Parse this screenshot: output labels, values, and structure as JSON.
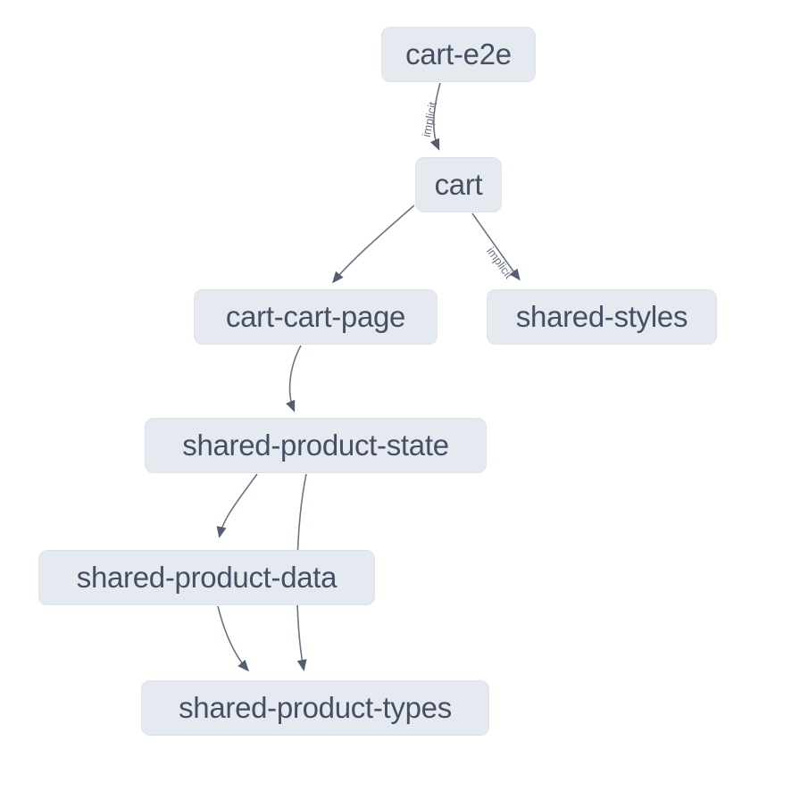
{
  "graph": {
    "nodes": [
      {
        "id": "cart-e2e",
        "label": "cart-e2e"
      },
      {
        "id": "cart",
        "label": "cart"
      },
      {
        "id": "cart-cart-page",
        "label": "cart-cart-page"
      },
      {
        "id": "shared-styles",
        "label": "shared-styles"
      },
      {
        "id": "shared-product-state",
        "label": "shared-product-state"
      },
      {
        "id": "shared-product-data",
        "label": "shared-product-data"
      },
      {
        "id": "shared-product-types",
        "label": "shared-product-types"
      }
    ],
    "edges": [
      {
        "from": "cart-e2e",
        "to": "cart",
        "label": "implicit"
      },
      {
        "from": "cart",
        "to": "cart-cart-page",
        "label": ""
      },
      {
        "from": "cart",
        "to": "shared-styles",
        "label": "implicit"
      },
      {
        "from": "cart-cart-page",
        "to": "shared-product-state",
        "label": ""
      },
      {
        "from": "shared-product-state",
        "to": "shared-product-data",
        "label": ""
      },
      {
        "from": "shared-product-state",
        "to": "shared-product-types",
        "label": ""
      },
      {
        "from": "shared-product-data",
        "to": "shared-product-types",
        "label": ""
      }
    ]
  },
  "colors": {
    "background": "#ffffff",
    "node_fill": "#e5e9f0",
    "node_border": "#dde2eb",
    "node_text": "#475063",
    "edge": "#6b7383",
    "arrow": "#545e70",
    "edge_label": "#6b7383"
  }
}
